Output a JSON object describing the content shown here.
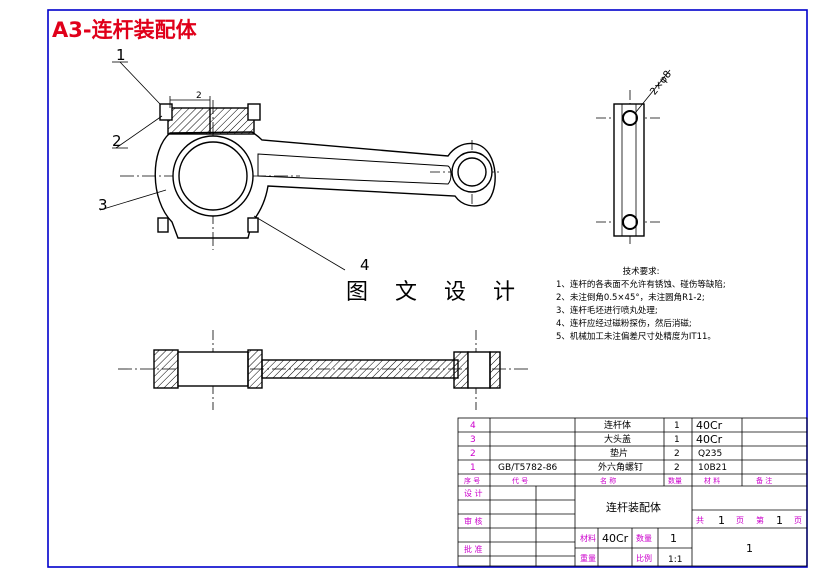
{
  "title": "A3-连杆装配体",
  "watermark": "图 文 设 计",
  "balloons": [
    "1",
    "2",
    "3",
    "4"
  ],
  "dimensions": {
    "gap": "2",
    "bolt_holes": "2×φ8"
  },
  "requirements": {
    "title": "技术要求:",
    "items": [
      "1、连杆的各表面不允许有锈蚀、碰伤等缺陷;",
      "2、未注倒角0.5×45°，未注圆角R1-2;",
      "3、连杆毛坯进行喷丸处理;",
      "4、连杆应经过磁粉探伤，然后消磁;",
      "5、机械加工未注偏差尺寸处精度为IT11。"
    ]
  },
  "bom": {
    "rows": [
      {
        "no": "4",
        "code": "",
        "name": "连杆体",
        "qty": "1",
        "material": "40Cr",
        "note": ""
      },
      {
        "no": "3",
        "code": "",
        "name": "大头盖",
        "qty": "1",
        "material": "40Cr",
        "note": ""
      },
      {
        "no": "2",
        "code": "",
        "name": "垫片",
        "qty": "2",
        "material": "Q235",
        "note": ""
      },
      {
        "no": "1",
        "code": "GB/T5782-86",
        "name": "外六角螺钉",
        "qty": "2",
        "material": "10B21",
        "note": ""
      }
    ],
    "headers": {
      "no": "序 号",
      "code": "代     号",
      "name": "名     称",
      "qty": "数量",
      "material": "材  料",
      "note": "备      注"
    }
  },
  "title_block": {
    "design": "设 计",
    "check": "审 核",
    "approve": "批 准",
    "drawing_name": "连杆装配体",
    "material_label": "材料",
    "material": "40Cr",
    "quantity_label": "数量",
    "quantity": "1",
    "weight_label": "重量",
    "scale_label": "比例",
    "scale": "1:1",
    "total_label_pre": "共",
    "total": "1",
    "page_unit": "页",
    "sheet_label_pre": "第",
    "sheet": "1",
    "drawing_no": "1"
  },
  "colors": {
    "border": "#0000cc",
    "table_label": "#cc00cc",
    "title": "#e0001a",
    "line": "#000000"
  }
}
